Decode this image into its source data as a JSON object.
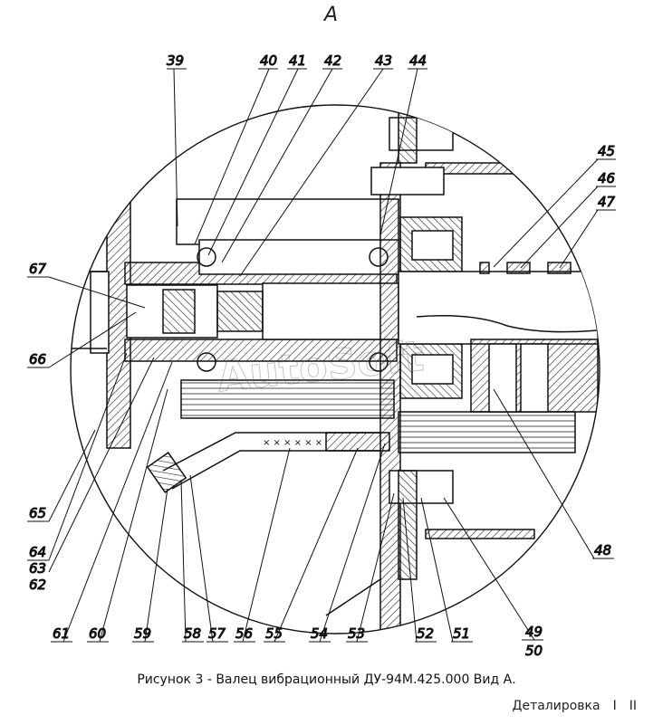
{
  "view_label": "А",
  "caption": "Рисунок 3 - Валец вибрационный ДУ-94М.425.000 Вид А.",
  "footer": {
    "title": "Деталировка",
    "page1": "I",
    "page2": "II"
  },
  "watermark": "AutoSoft",
  "callouts": [
    "39",
    "40",
    "41",
    "42",
    "43",
    "44",
    "45",
    "46",
    "47",
    "67",
    "66",
    "65",
    "64",
    "63",
    "62",
    "61",
    "60",
    "59",
    "58",
    "57",
    "56",
    "55",
    "54",
    "53",
    "52",
    "51",
    "48",
    "49",
    "50"
  ]
}
